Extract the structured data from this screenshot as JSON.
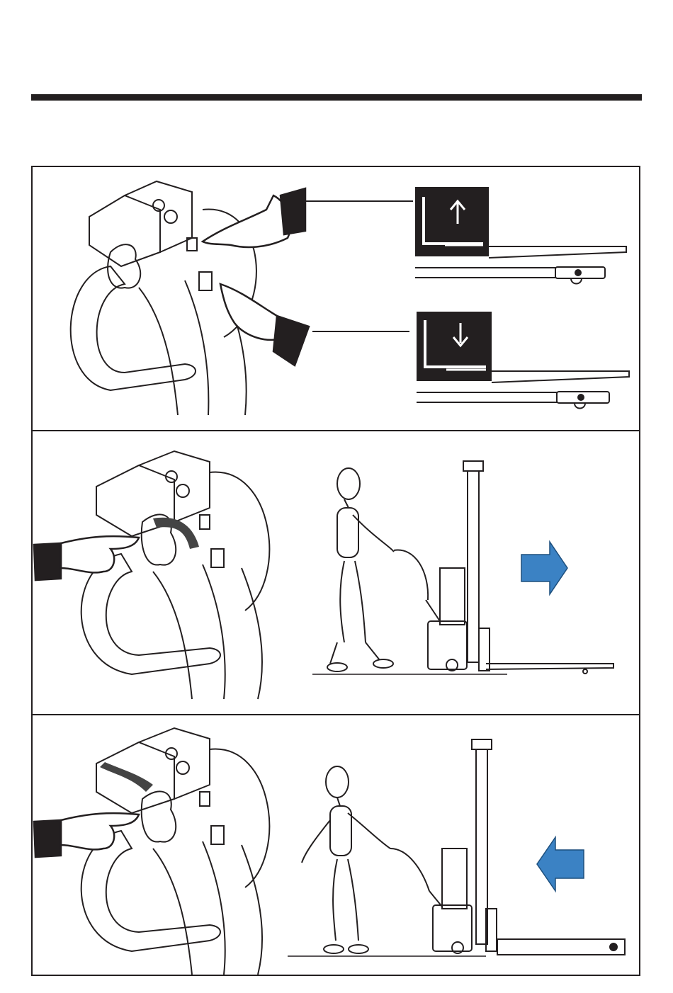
{
  "page": {
    "header_rule": true
  },
  "panels": [
    {
      "id": "lift-lower",
      "icons": [
        "hand-pointing-icon",
        "lift-up-arrow-icon",
        "lower-down-arrow-icon",
        "fork-icon"
      ]
    },
    {
      "id": "drive-forward",
      "icons": [
        "hand-pointing-icon",
        "rotate-arrow-icon",
        "operator-figure-icon",
        "stacker-icon",
        "arrow-right-icon"
      ],
      "arrow_color": "#3b82c4"
    },
    {
      "id": "drive-reverse",
      "icons": [
        "hand-pointing-icon",
        "rotate-arrow-icon",
        "operator-figure-icon",
        "stacker-icon",
        "arrow-left-icon"
      ],
      "arrow_color": "#3b82c4"
    }
  ]
}
